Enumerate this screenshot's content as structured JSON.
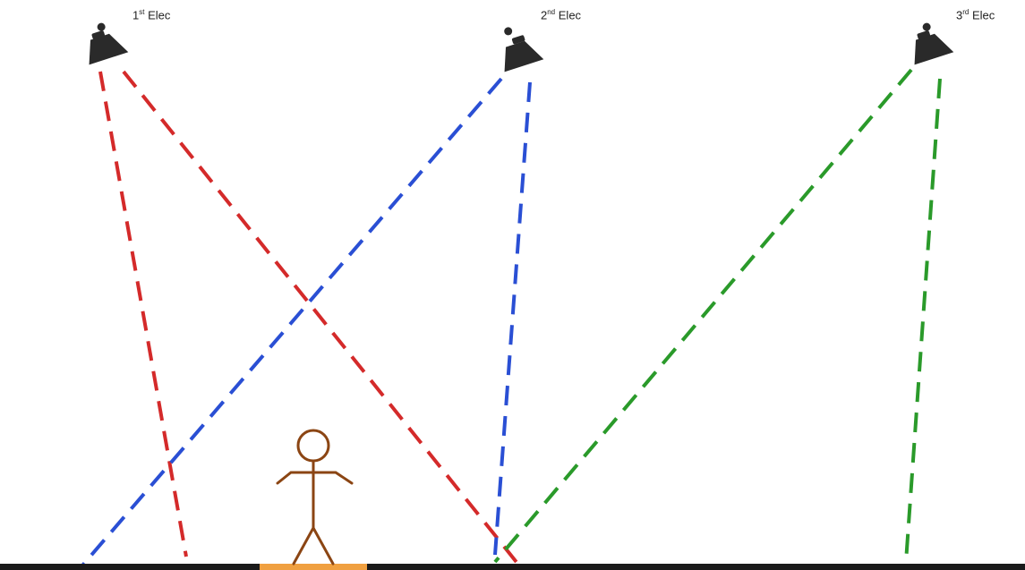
{
  "colors": {
    "background": "#ffffff",
    "ground": "#1a1a1a",
    "highlight_strip": "#f0a040",
    "person": "#8b4513",
    "camera_body": "#2a2a2a",
    "beam_1": "#d42a2a",
    "beam_2": "#2a4fd4",
    "beam_3": "#2a9a2a"
  },
  "cameras": [
    {
      "id": "cam1",
      "number": "1",
      "suffix": "st",
      "text": "Elec",
      "icon": "camera-icon",
      "beam_color": "#d42a2a"
    },
    {
      "id": "cam2",
      "number": "2",
      "suffix": "nd",
      "text": "Elec",
      "icon": "camera-icon",
      "beam_color": "#2a4fd4"
    },
    {
      "id": "cam3",
      "number": "3",
      "suffix": "rd",
      "text": "Elec",
      "icon": "camera-icon",
      "beam_color": "#2a9a2a"
    }
  ],
  "figure": {
    "icon": "person-icon"
  }
}
